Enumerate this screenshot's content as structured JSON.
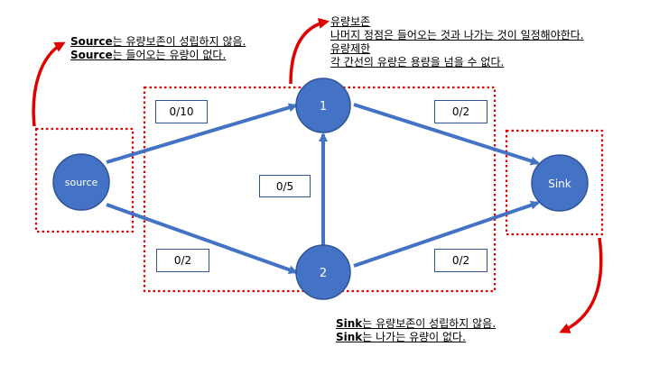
{
  "nodes": {
    "source": "source",
    "n1": "1",
    "n2": "2",
    "sink": "Sink"
  },
  "edges": {
    "source_1": "0/10",
    "source_2": "0/2",
    "n2_n1": "0/5",
    "n1_sink": "0/2",
    "n2_sink": "0/2"
  },
  "notes": {
    "source": {
      "line1_bold": "Source",
      "line1_rest": "는  유량보존이 성립하지 않음.",
      "line2_bold": "Source",
      "line2_rest": "는  들어오는 유량이 없다."
    },
    "middle": {
      "heading1": "유량보존",
      "line1": "나머지 정점은  들어오는 것과 나가는 것이 일정해야한다.",
      "heading2": "유량제한",
      "line2": "각 간선의 유량은 용량을 넘을 수 없다."
    },
    "sink": {
      "line1_bold": "Sink",
      "line1_rest": "는  유량보존이 성립하지 않음.",
      "line2_bold": "Sink",
      "line2_rest": "는  나가는 유량이 없다."
    }
  },
  "colors": {
    "node_fill": "#4472c4",
    "node_stroke": "#2f5597",
    "arrow": "#4472c4",
    "dotted": "#e00000",
    "callout_arrow": "#e00000"
  }
}
